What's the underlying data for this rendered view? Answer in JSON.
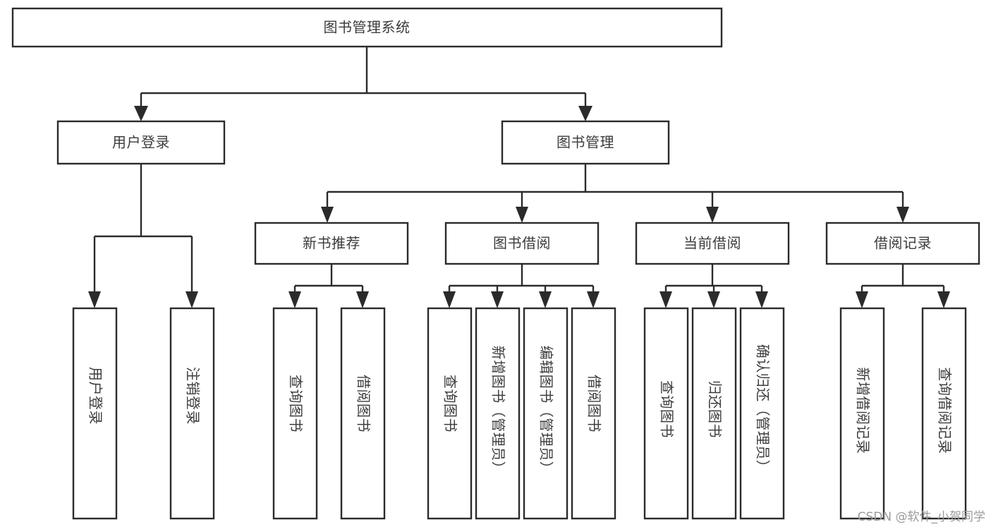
{
  "diagram": {
    "type": "tree",
    "title": "图书管理系统",
    "watermark": "CSDN @软件_小贺同学",
    "colors": {
      "stroke": "#2b2b2b",
      "box_fill": "#ffffff",
      "text": "#3c3c3c",
      "background": "#ffffff",
      "watermark": "#9a9a9a"
    },
    "levels": {
      "root": {
        "label": "图书管理系统"
      },
      "level2": [
        {
          "label": "用户登录"
        },
        {
          "label": "图书管理"
        }
      ],
      "level3": [
        {
          "label": "新书推荐"
        },
        {
          "label": "图书借阅"
        },
        {
          "label": "当前借阅"
        },
        {
          "label": "借阅记录"
        }
      ]
    },
    "groups": [
      {
        "parent": "用户登录",
        "leaves": [
          {
            "label": "用户登录"
          },
          {
            "label": "注销登录"
          }
        ]
      },
      {
        "parent": "新书推荐",
        "leaves": [
          {
            "label": "查询图书"
          },
          {
            "label": "借阅图书"
          }
        ]
      },
      {
        "parent": "图书借阅",
        "leaves": [
          {
            "label": "查询图书"
          },
          {
            "label": "新增图书（管理员）"
          },
          {
            "label": "编辑图书（管理员）"
          },
          {
            "label": "借阅图书"
          }
        ]
      },
      {
        "parent": "当前借阅",
        "leaves": [
          {
            "label": "查询图书"
          },
          {
            "label": "归还图书"
          },
          {
            "label": "确认归还（管理员）"
          }
        ]
      },
      {
        "parent": "借阅记录",
        "leaves": [
          {
            "label": "新增借阅记录"
          },
          {
            "label": "查询借阅记录"
          }
        ]
      }
    ]
  }
}
